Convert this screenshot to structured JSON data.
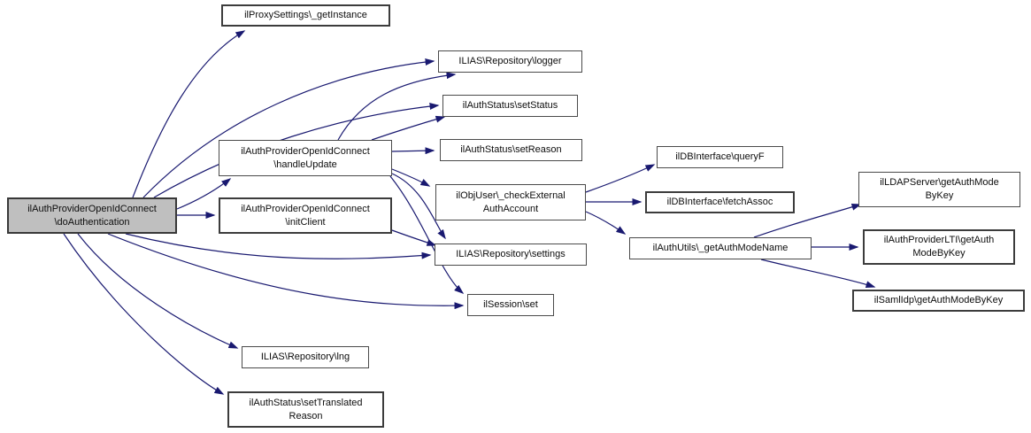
{
  "diagram": {
    "type": "call-graph",
    "edge_color": "#191970",
    "highlight_fill": "#bfbfbf",
    "nodes": {
      "doauth": {
        "label": "ilAuthProviderOpenIdConnect\n\\doAuthentication",
        "highlighted": true
      },
      "proxy": {
        "label": "ilProxySettings\\_getInstance"
      },
      "handle": {
        "label": "ilAuthProviderOpenIdConnect\n\\handleUpdate"
      },
      "init": {
        "label": "ilAuthProviderOpenIdConnect\n\\initClient"
      },
      "logger": {
        "label": "ILIAS\\Repository\\logger"
      },
      "setstatus": {
        "label": "ilAuthStatus\\setStatus"
      },
      "setreason": {
        "label": "ilAuthStatus\\setReason"
      },
      "checkext": {
        "label": "ilObjUser\\_checkExternal\nAuthAccount"
      },
      "settings": {
        "label": "ILIAS\\Repository\\settings"
      },
      "session": {
        "label": "ilSession\\set"
      },
      "lng": {
        "label": "ILIAS\\Repository\\lng"
      },
      "transl": {
        "label": "ilAuthStatus\\setTranslated\nReason"
      },
      "queryf": {
        "label": "ilDBInterface\\queryF"
      },
      "fetch": {
        "label": "ilDBInterface\\fetchAssoc"
      },
      "authmode": {
        "label": "ilAuthUtils\\_getAuthModeName"
      },
      "ldap": {
        "label": "ilLDAPServer\\getAuthMode\nByKey"
      },
      "lti": {
        "label": "ilAuthProviderLTI\\getAuth\nModeByKey"
      },
      "saml": {
        "label": "ilSamlIdp\\getAuthModeByKey"
      }
    },
    "edges": [
      {
        "from": "doauth",
        "to": "proxy"
      },
      {
        "from": "doauth",
        "to": "logger"
      },
      {
        "from": "doauth",
        "to": "setstatus"
      },
      {
        "from": "doauth",
        "to": "handle"
      },
      {
        "from": "doauth",
        "to": "init"
      },
      {
        "from": "doauth",
        "to": "settings"
      },
      {
        "from": "doauth",
        "to": "session"
      },
      {
        "from": "doauth",
        "to": "lng"
      },
      {
        "from": "doauth",
        "to": "transl"
      },
      {
        "from": "handle",
        "to": "logger"
      },
      {
        "from": "handle",
        "to": "setstatus"
      },
      {
        "from": "handle",
        "to": "setreason"
      },
      {
        "from": "handle",
        "to": "checkext"
      },
      {
        "from": "handle",
        "to": "settings"
      },
      {
        "from": "handle",
        "to": "session"
      },
      {
        "from": "init",
        "to": "settings"
      },
      {
        "from": "checkext",
        "to": "queryf"
      },
      {
        "from": "checkext",
        "to": "fetch"
      },
      {
        "from": "checkext",
        "to": "authmode"
      },
      {
        "from": "authmode",
        "to": "ldap"
      },
      {
        "from": "authmode",
        "to": "lti"
      },
      {
        "from": "authmode",
        "to": "saml"
      }
    ]
  }
}
